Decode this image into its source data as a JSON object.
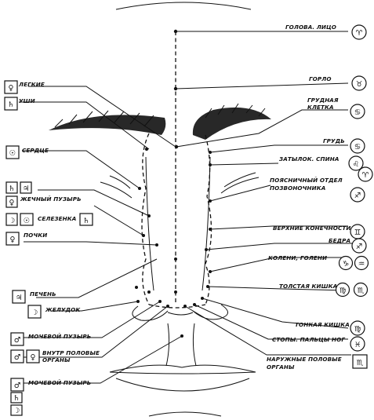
{
  "right_labels": [
    {
      "id": "head",
      "text": "ГОЛОВА. ЛИЦО",
      "sign": "♈"
    },
    {
      "id": "throat",
      "text": "ГОРЛО",
      "sign": "♉"
    },
    {
      "id": "chest1",
      "text": "ГРУДНАЯ",
      "sign": "♋"
    },
    {
      "id": "chest2",
      "text": "КЛЕТКА",
      "sign": ""
    },
    {
      "id": "breast",
      "text": "ГРУДЬ",
      "sign": "♋"
    },
    {
      "id": "nape",
      "text": "ЗАТЫЛОК. СПИНА",
      "sign": "♌"
    },
    {
      "id": "lumbar1",
      "text": "ПОЯСНИЧНЫЙ ОТДЕЛ",
      "sign": "♐"
    },
    {
      "id": "lumbar2",
      "text": "ПОЗВОНОЧНИКА",
      "sign": ""
    },
    {
      "id": "upperlimbs",
      "text": "ВЕРХНИЕ КОНЕЧНОСТИ",
      "sign": "♊"
    },
    {
      "id": "hips",
      "text": "БЕДРА",
      "sign": "♐"
    },
    {
      "id": "knees",
      "text": "КОЛЕНИ, ГОЛЕНИ",
      "sign": "♑"
    },
    {
      "id": "colon",
      "text": "ТОЛСТАЯ КИШКА",
      "sign": "♍"
    },
    {
      "id": "smallint",
      "text": "ТОНКАЯ КИШКА",
      "sign": "♍"
    },
    {
      "id": "feet",
      "text": "СТОПЫ. ПАЛЬЦЫ НОГ",
      "sign": "♓"
    },
    {
      "id": "genitals1",
      "text": "НАРУЖНЫЕ ПОЛОВЫЕ",
      "sign": "♏"
    },
    {
      "id": "genitals2",
      "text": "ОРГАНЫ",
      "sign": ""
    }
  ],
  "right_extra_signs": {
    "nape_aries": "♈",
    "knees_aquarius": "♒",
    "colon_scorpio": "♏"
  },
  "left_labels": [
    {
      "id": "lungs",
      "text": "ЛЕГКИЕ",
      "sign": "♀"
    },
    {
      "id": "ears",
      "text": "УШИ",
      "sign": "♄"
    },
    {
      "id": "heart",
      "text": "СЕРДЦЕ",
      "sign": "☉"
    },
    {
      "id": "gallbladder",
      "text": "ЖЕЧНЫЙ ПУЗЫРЬ",
      "sign": "♀"
    },
    {
      "id": "spleen",
      "text": "СЕЛЕЗЕНКА",
      "sign": "☽"
    },
    {
      "id": "kidneys",
      "text": "ПОЧКИ",
      "sign": "♀"
    },
    {
      "id": "liver",
      "text": "ПЕЧЕНЬ",
      "sign": "♃"
    },
    {
      "id": "stomach",
      "text": "ЖЕЛУДОК",
      "sign": "☽"
    },
    {
      "id": "bladder1",
      "text": "МОЧЕВОЙ ПУЗЫРЬ",
      "sign": "♂"
    },
    {
      "id": "internal1",
      "text": "ВНУТР ПОЛОВЫЕ",
      "sign": "♂"
    },
    {
      "id": "internal2",
      "text": "ОРГАНЫ",
      "sign": ""
    },
    {
      "id": "bladder2",
      "text": "МОЧЕВОЙ ПУЗЫРЬ",
      "sign": "♂"
    }
  ],
  "left_extra_signs": {
    "ears_jupiter": "♃",
    "spleen_sun": "☉",
    "spleen_saturn": "♄",
    "internal_venus": "♀",
    "bottom_saturn": "♄",
    "bottom_moon": "☽"
  }
}
